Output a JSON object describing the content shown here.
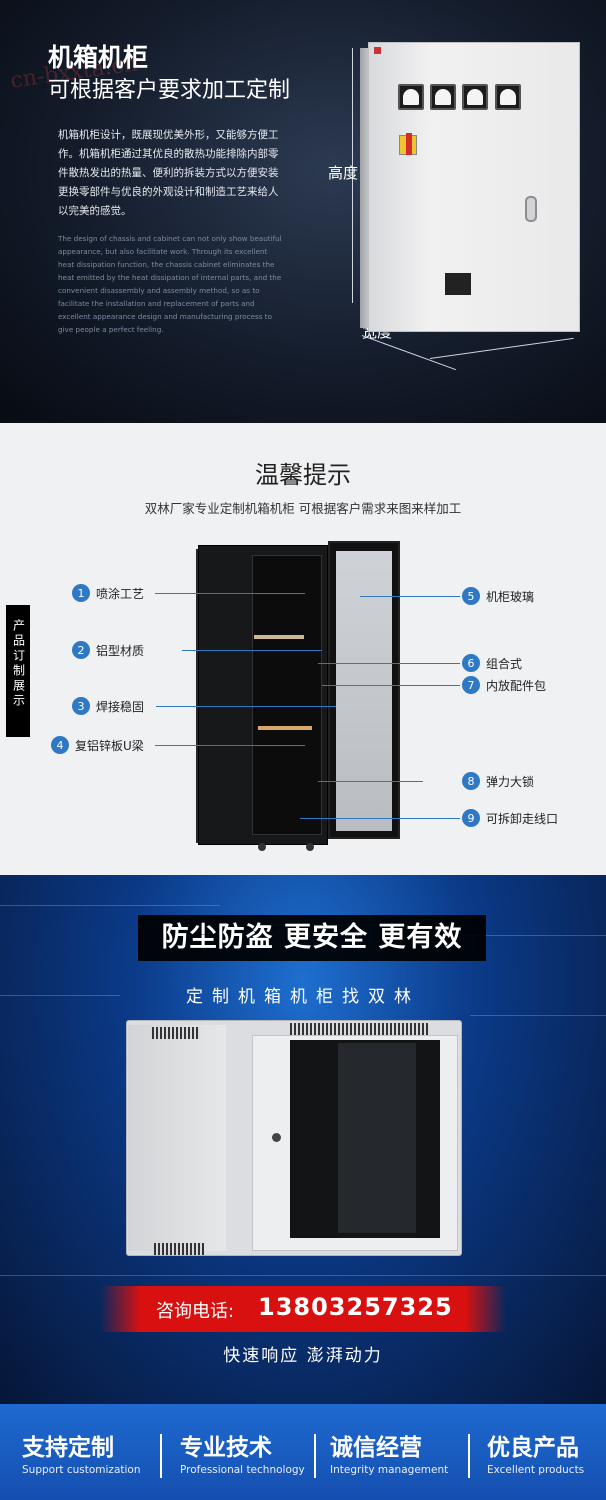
{
  "watermark": "cn-bxxta.cn",
  "hero": {
    "title": "机箱机柜",
    "subtitle": "可根据客户要求加工定制",
    "description": "机箱机柜设计，既展现优美外形，又能够方便工作。机箱机柜通过其优良的散热功能排除内部零件散热发出的热量、便利的拆装方式以方便安装更换零部件与优良的外观设计和制造工艺来给人以完美的感觉。",
    "description_en": "The design of chassis and cabinet can not only show beautiful appearance, but also facilitate work. Through its excellent heat dissipation function, the chassis cabinet eliminates the heat emitted by the heat dissipation of internal parts, and the convenient disassembly and assembly method, so as to facilitate the installation and replacement of parts and excellent appearance design and manufacturing process to give people a perfect feeling.",
    "height_label": "高度",
    "width_label": "宽度"
  },
  "tips": {
    "title": "温馨提示",
    "subtitle": "双林厂家专业定制机箱机柜 可根据客户需求来图来样加工",
    "side_tag": "产品订制展示",
    "points": [
      {
        "num": "1",
        "label": "喷涂工艺"
      },
      {
        "num": "2",
        "label": "铝型材质"
      },
      {
        "num": "3",
        "label": "焊接稳固"
      },
      {
        "num": "4",
        "label": "复铝锌板U梁"
      },
      {
        "num": "5",
        "label": "机柜玻璃"
      },
      {
        "num": "6",
        "label": "组合式"
      },
      {
        "num": "7",
        "label": "内放配件包"
      },
      {
        "num": "8",
        "label": "弹力大锁"
      },
      {
        "num": "9",
        "label": "可拆卸走线口"
      }
    ]
  },
  "promo": {
    "headline": "防尘防盗 更安全 更有效",
    "tagline": "定制机箱机柜找双林",
    "phone_label": "咨询电话:",
    "phone": "13803257325",
    "response": "快速响应 澎湃动力"
  },
  "features": [
    {
      "title": "支持定制",
      "en": "Support customization"
    },
    {
      "title": "专业技术",
      "en": "Professional technology"
    },
    {
      "title": "诚信经营",
      "en": "Integrity management"
    },
    {
      "title": "优良产品",
      "en": "Excellent products"
    }
  ],
  "colors": {
    "accent_blue": "#2f78c4",
    "phone_red": "#d81010",
    "feature_blue": "#1f6ad0"
  }
}
